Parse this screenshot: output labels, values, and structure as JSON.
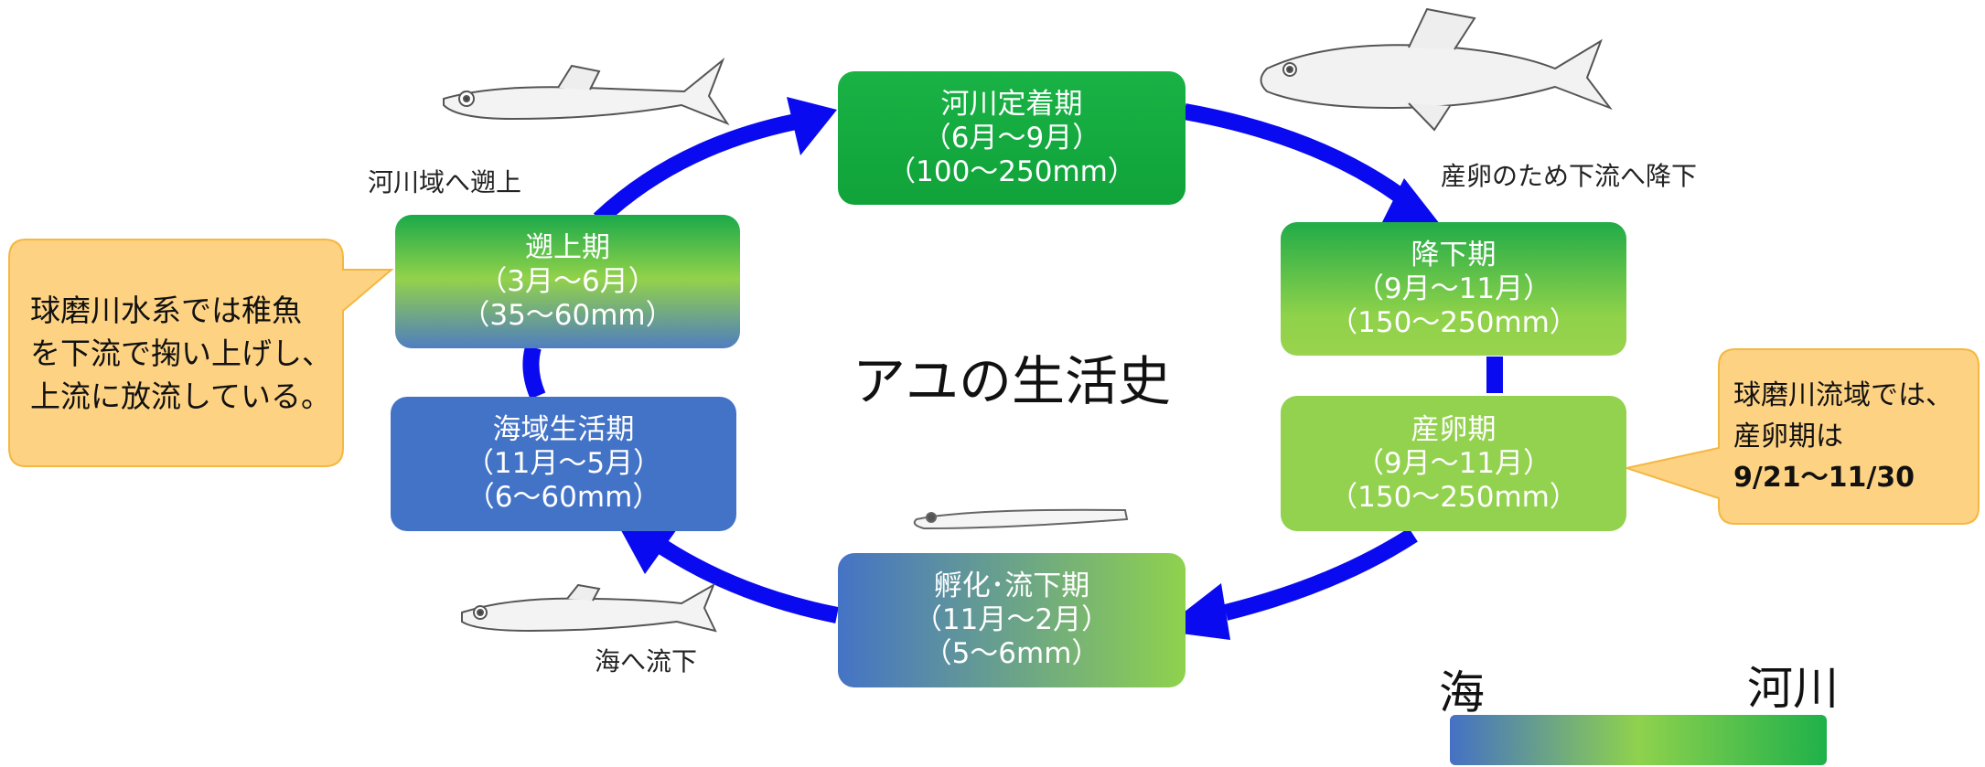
{
  "title": "アユの生活史",
  "stages": {
    "river": [
      "河川定着期",
      "（6月～9月）",
      "（100～250mm）"
    ],
    "descent": [
      "降下期",
      "（9月～11月）",
      "（150～250mm）"
    ],
    "spawning": [
      "産卵期",
      "（9月～11月）",
      "（150～250mm）"
    ],
    "hatching": [
      "孵化･流下期",
      "（11月～2月）",
      "（5～6mm）"
    ],
    "sea": [
      "海域生活期",
      "（11月～5月）",
      "（6～60mm）"
    ],
    "upstream": [
      "遡上期",
      "（3月～6月）",
      "（35～60mm）"
    ]
  },
  "notes": {
    "upstream": "河川域へ遡上",
    "descent": "産卵のため下流へ降下",
    "to_sea": "海へ流下"
  },
  "callouts": {
    "left": [
      "球磨川水系では稚魚",
      "を下流で掬い上げし、",
      "上流に放流している。"
    ],
    "right": [
      "球磨川流域では、",
      "産卵期は",
      "9/21～11/30"
    ]
  },
  "legend": {
    "sea": "海",
    "river": "河川"
  },
  "colors": {
    "arrow": "#0a0af0",
    "river_green": "#13a83f",
    "sea_blue": "#4472c4",
    "light_green": "#92d050",
    "callout_fill": "#fdd283",
    "callout_border": "#f4b740"
  },
  "icons": [
    "adult-fish-icon",
    "juvenile-fish-icon",
    "larva-icon",
    "young-fish-icon"
  ]
}
